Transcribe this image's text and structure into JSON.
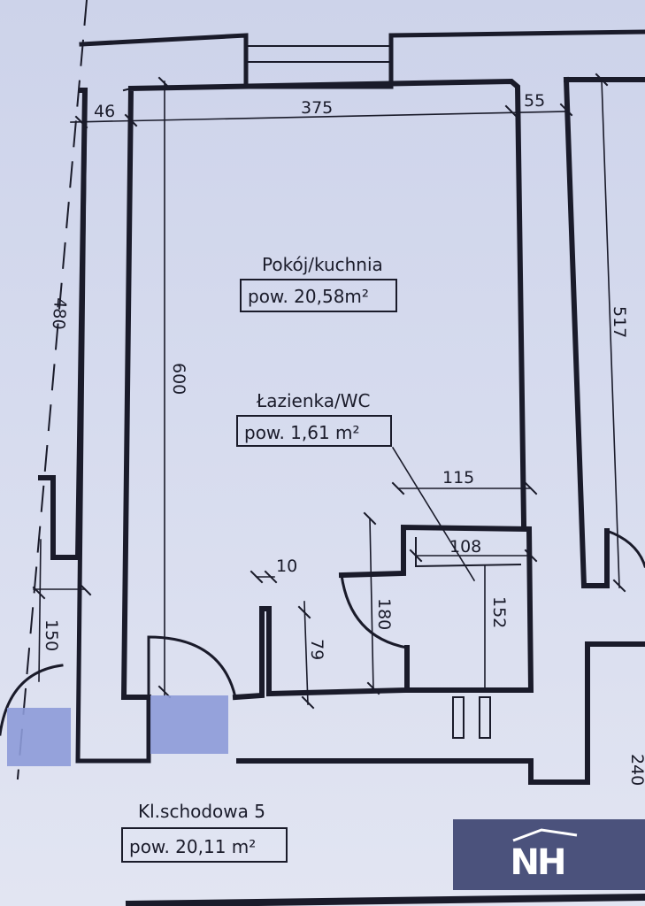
{
  "rooms": {
    "living": {
      "name": "Pokój/kuchnia",
      "area": "pow. 20,58m²"
    },
    "bathroom": {
      "name": "Łazienka/WC",
      "area": "pow. 1,61  m²"
    },
    "stairs": {
      "name": "Kl.schodowa 5",
      "area": "pow. 20,11 m²"
    }
  },
  "dimensions": {
    "left_wall": "46",
    "living_width": "375",
    "right_wall": "55",
    "living_height": "600",
    "right_height": "517",
    "left_height": "480",
    "bath_width": "115",
    "bath_inner_width": "108",
    "bath_height": "152",
    "door_height": "180",
    "wall_thickness": "10",
    "partition": "79",
    "left_opening": "150",
    "right_bottom": "240"
  },
  "logo": {
    "text": "NH",
    "brand_color": "#4b527c"
  },
  "colors": {
    "paper": "#d3d8ec",
    "ink": "#1a1b2a"
  }
}
